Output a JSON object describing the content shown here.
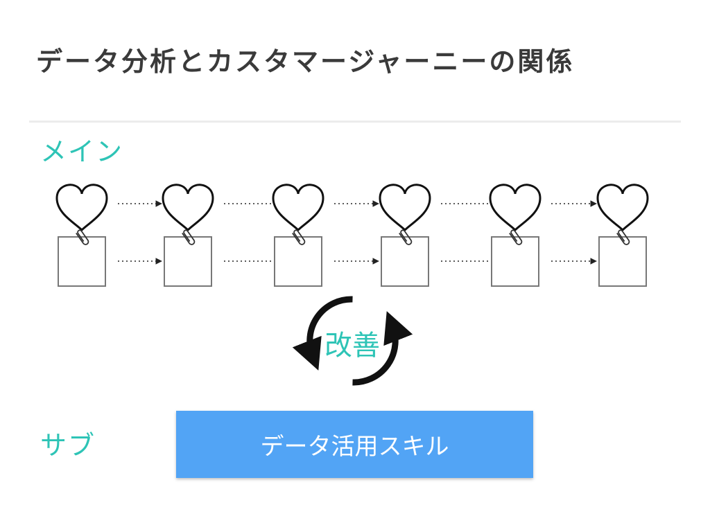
{
  "title": "データ分析とカスタマージャーニーの関係",
  "main_label": "メイン",
  "sub_label": "サブ",
  "cycle_label": "改善",
  "skill_bar_label": "データ活用スキル",
  "stage_count": 6,
  "icons": {
    "top_row": "heart-icon",
    "clip": "paperclip-icon",
    "bottom_row": "blank-card",
    "cycle": "refresh-cycle-icon",
    "connector": "dotted-arrow"
  },
  "colors": {
    "accent_teal": "#2ec4b6",
    "bar_blue": "#52a4f5",
    "title_text": "#3a3a3a"
  }
}
